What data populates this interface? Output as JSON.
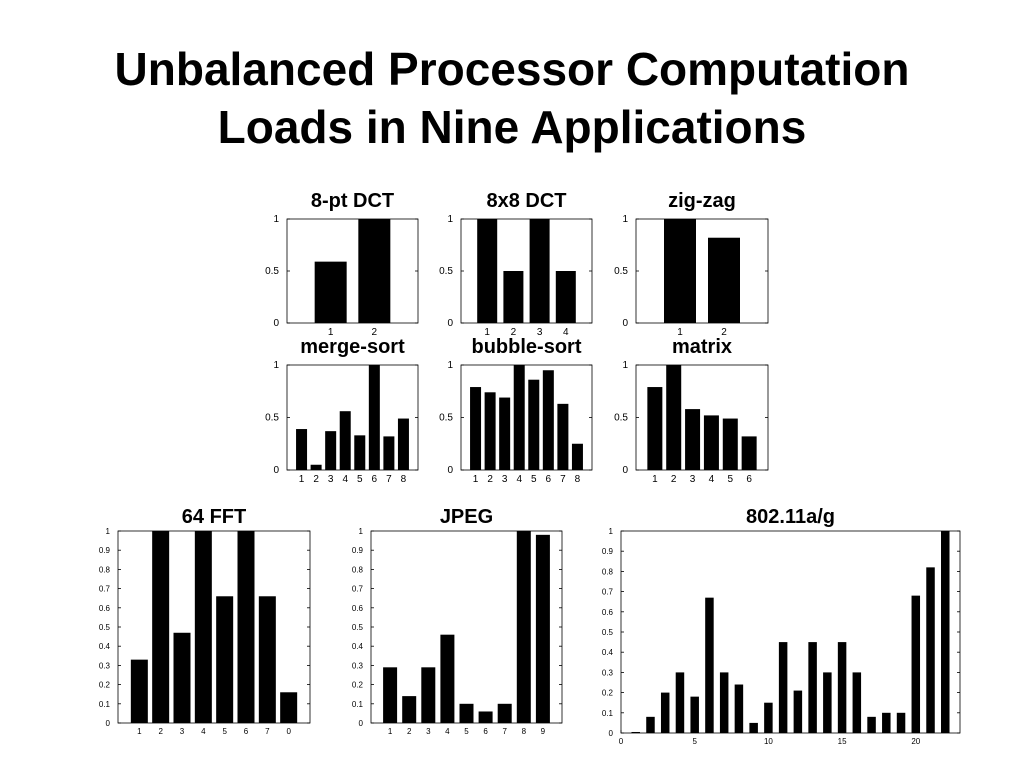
{
  "slide": {
    "title_line1": "Unbalanced Processor Computation",
    "title_line2": "Loads in Nine Applications"
  },
  "chart_data": [
    {
      "type": "bar",
      "title": "8-pt DCT",
      "categories": [
        "1",
        "2"
      ],
      "values": [
        0.59,
        1.0
      ],
      "ylim": [
        0,
        1
      ],
      "yticks": [
        "0",
        "0.5",
        "1"
      ],
      "grid": false
    },
    {
      "type": "bar",
      "title": "8x8 DCT",
      "categories": [
        "1",
        "2",
        "3",
        "4"
      ],
      "values": [
        1.0,
        0.5,
        1.0,
        0.5
      ],
      "ylim": [
        0,
        1
      ],
      "yticks": [
        "0",
        "0.5",
        "1"
      ],
      "grid": false
    },
    {
      "type": "bar",
      "title": "zig-zag",
      "categories": [
        "1",
        "2"
      ],
      "values": [
        1.0,
        0.82
      ],
      "ylim": [
        0,
        1
      ],
      "yticks": [
        "0",
        "0.5",
        "1"
      ],
      "grid": false
    },
    {
      "type": "bar",
      "title": "merge-sort",
      "categories": [
        "1",
        "2",
        "3",
        "4",
        "5",
        "6",
        "7",
        "8"
      ],
      "values": [
        0.39,
        0.05,
        0.37,
        0.56,
        0.33,
        1.0,
        0.32,
        0.49
      ],
      "ylim": [
        0,
        1
      ],
      "yticks": [
        "0",
        "0.5",
        "1"
      ],
      "grid": false
    },
    {
      "type": "bar",
      "title": "bubble-sort",
      "categories": [
        "1",
        "2",
        "3",
        "4",
        "5",
        "6",
        "7",
        "8"
      ],
      "values": [
        0.79,
        0.74,
        0.69,
        1.0,
        0.86,
        0.95,
        0.63,
        0.25
      ],
      "ylim": [
        0,
        1
      ],
      "yticks": [
        "0",
        "0.5",
        "1"
      ],
      "grid": false
    },
    {
      "type": "bar",
      "title": "matrix",
      "categories": [
        "1",
        "2",
        "3",
        "4",
        "5",
        "6"
      ],
      "values": [
        0.79,
        1.0,
        0.58,
        0.52,
        0.49,
        0.32
      ],
      "ylim": [
        0,
        1
      ],
      "yticks": [
        "0",
        "0.5",
        "1"
      ],
      "grid": false
    },
    {
      "type": "bar",
      "title": "64 FFT",
      "categories": [
        "1",
        "2",
        "3",
        "4",
        "5",
        "6",
        "7",
        "0"
      ],
      "values": [
        0.33,
        1.0,
        0.47,
        1.0,
        0.66,
        1.0,
        0.66,
        0.16
      ],
      "ylim": [
        0,
        1
      ],
      "yticks": [
        "0",
        "0.1",
        "0.2",
        "0.3",
        "0.4",
        "0.5",
        "0.6",
        "0.7",
        "0.8",
        "0.9",
        "1"
      ],
      "grid": false
    },
    {
      "type": "bar",
      "title": "JPEG",
      "categories": [
        "1",
        "2",
        "3",
        "4",
        "5",
        "6",
        "7",
        "8",
        "9"
      ],
      "values": [
        0.29,
        0.14,
        0.29,
        0.46,
        0.1,
        0.06,
        0.1,
        1.0,
        0.98
      ],
      "ylim": [
        0,
        1
      ],
      "yticks": [
        "0",
        "0.1",
        "0.2",
        "0.3",
        "0.4",
        "0.5",
        "0.6",
        "0.7",
        "0.8",
        "0.9",
        "1"
      ],
      "grid": false
    },
    {
      "type": "bar",
      "title": "802.11a/g",
      "x": [
        1,
        2,
        3,
        4,
        5,
        6,
        7,
        8,
        9,
        10,
        11,
        12,
        13,
        14,
        15,
        16,
        17,
        18,
        19,
        20,
        21,
        22
      ],
      "values": [
        0.005,
        0.08,
        0.2,
        0.3,
        0.18,
        0.67,
        0.3,
        0.24,
        0.05,
        0.15,
        0.45,
        0.21,
        0.45,
        0.3,
        0.45,
        0.3,
        0.08,
        0.1,
        0.1,
        0.68,
        0.82,
        1.0
      ],
      "xlim": [
        0,
        23
      ],
      "xticks": [
        "0",
        "5",
        "10",
        "15",
        "20"
      ],
      "ylim": [
        0,
        1
      ],
      "yticks": [
        "0",
        "0.1",
        "0.2",
        "0.3",
        "0.4",
        "0.5",
        "0.6",
        "0.7",
        "0.8",
        "0.9",
        "1"
      ],
      "grid": false
    }
  ]
}
